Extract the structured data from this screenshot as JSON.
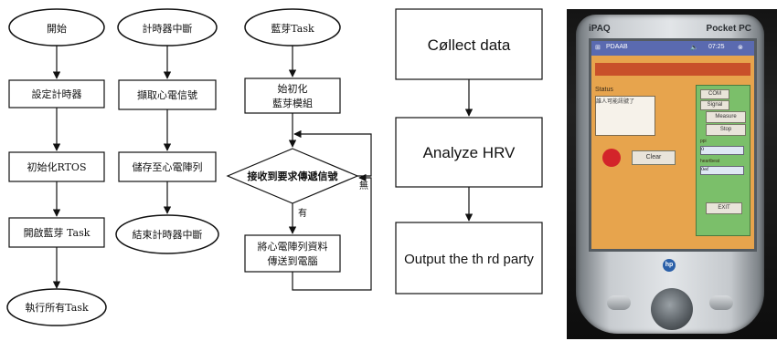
{
  "rtos_flow": {
    "start": "開始",
    "set_timer": "設定計時器",
    "init_rtos": "初始化RTOS",
    "open_bt_task": "開啟藍芽 Task",
    "run_all_tasks": "執行所有Task"
  },
  "timer_isr_flow": {
    "start": "計時器中斷",
    "capture_ecg": "擷取心電信號",
    "store_ecg": "儲存至心電陣列",
    "end": "結束計時器中斷"
  },
  "bt_task_flow": {
    "start": "藍芽Task",
    "init_line1": "始初化",
    "init_line2": "藍芽模組",
    "decision": "接收到要求傳遞信號",
    "no_label": "無",
    "yes_label": "有",
    "send_line1": "將心電陣列資料",
    "send_line2": "傳送到電腦"
  },
  "hrv_flow": {
    "collect": "Cøllect data",
    "analyze": "Analyze HRV",
    "output": "Output the th rd party"
  },
  "pda": {
    "brand_left": "iPAQ",
    "brand_right": "Pocket PC",
    "app_title": "PDAAB",
    "time": "07:25",
    "status_label": "Status",
    "status_text": "誰人可能訊號了",
    "clear_button": "Clear",
    "combo1": "COM",
    "combo2": "Signal",
    "measure_button": "Measure",
    "stop_button": "Stop",
    "field1_label": "ppi",
    "field1_value": "0",
    "field2_label": "heartbeat",
    "field2_value": "0ef",
    "exit_button": "EXIT",
    "logo": "hp"
  }
}
